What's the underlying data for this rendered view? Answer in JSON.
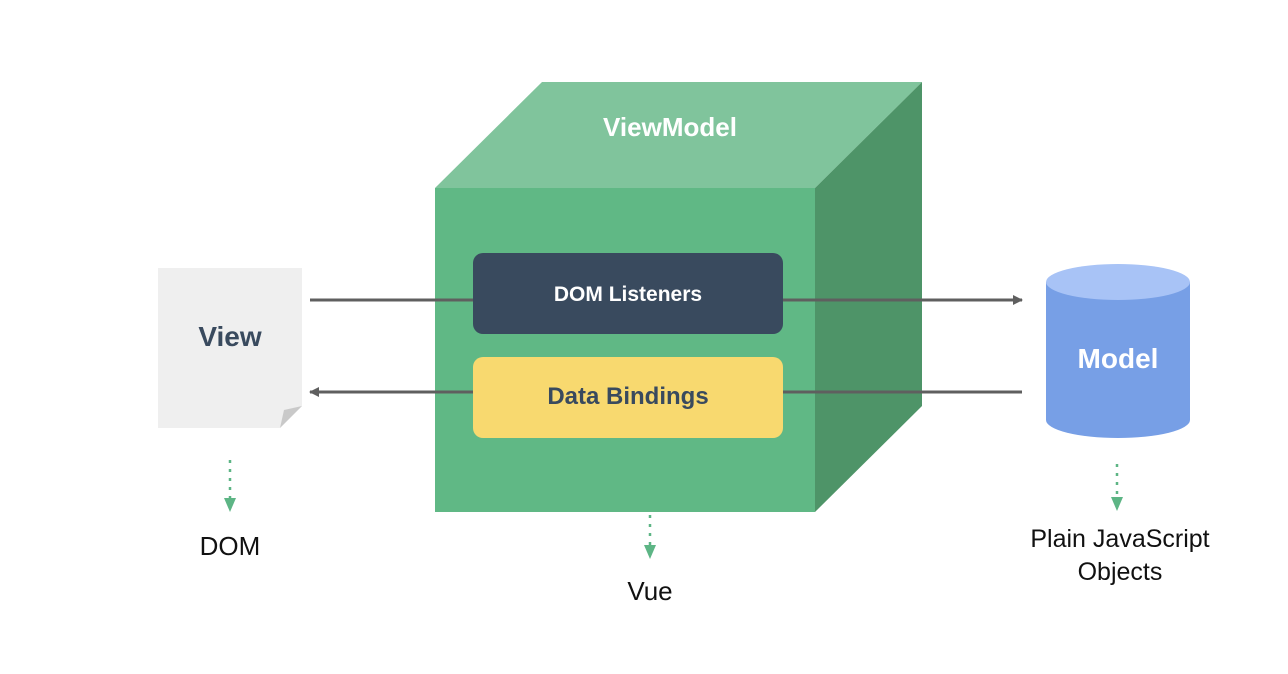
{
  "viewmodel": {
    "title": "ViewModel"
  },
  "view": {
    "label": "View"
  },
  "model": {
    "label": "Model"
  },
  "listeners": {
    "label": "DOM Listeners"
  },
  "bindings": {
    "label": "Data Bindings"
  },
  "captions": {
    "dom": "DOM",
    "vue": "Vue",
    "model_line1": "Plain JavaScript",
    "model_line2": "Objects"
  },
  "colors": {
    "cube_front": "#60b885",
    "cube_top": "#80c49c",
    "cube_side": "#4e9468",
    "listeners_bg": "#394a5e",
    "bindings_bg": "#f8d96f",
    "view_doc": "#efefef",
    "model_body": "#779fe6",
    "model_top": "#a8c3f6",
    "arrow": "#5f5f5f",
    "dotted_arrow": "#5db585"
  }
}
